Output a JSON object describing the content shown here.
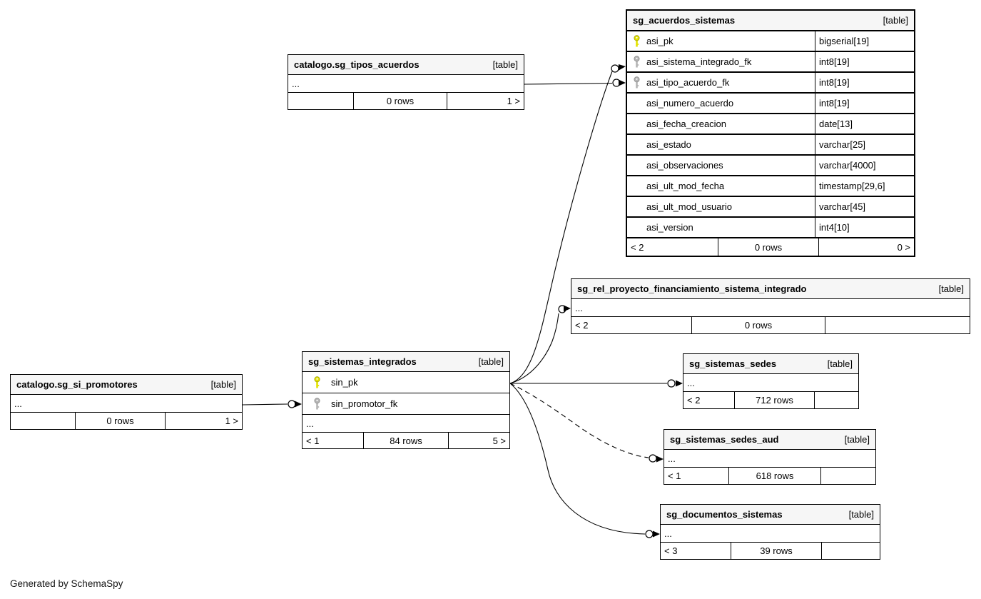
{
  "generator_note": "Generated by SchemaSpy",
  "ellipsis": "...",
  "key_colors": {
    "primary": "#e3e300",
    "foreign": "#b5b5b5"
  },
  "header_bg": "#f6f6f6",
  "tables": [
    {
      "title": "sg_acuerdos_sistemas",
      "tag": "[table]",
      "columns": [
        {
          "name": "asi_pk",
          "type": "bigserial[19]",
          "key": "primary"
        },
        {
          "name": "asi_sistema_integrado_fk",
          "type": "int8[19]",
          "key": "foreign"
        },
        {
          "name": "asi_tipo_acuerdo_fk",
          "type": "int8[19]",
          "key": "foreign"
        },
        {
          "name": "asi_numero_acuerdo",
          "type": "int8[19]",
          "key": ""
        },
        {
          "name": "asi_fecha_creacion",
          "type": "date[13]",
          "key": ""
        },
        {
          "name": "asi_estado",
          "type": "varchar[25]",
          "key": ""
        },
        {
          "name": "asi_observaciones",
          "type": "varchar[4000]",
          "key": ""
        },
        {
          "name": "asi_ult_mod_fecha",
          "type": "timestamp[29,6]",
          "key": ""
        },
        {
          "name": "asi_ult_mod_usuario",
          "type": "varchar[45]",
          "key": ""
        },
        {
          "name": "asi_version",
          "type": "int4[10]",
          "key": ""
        }
      ],
      "footer": {
        "left": "< 2",
        "center": "0 rows",
        "right": "0 >"
      }
    },
    {
      "title": "catalogo.sg_tipos_acuerdos",
      "tag": "[table]",
      "footer": {
        "left": "",
        "center": "0 rows",
        "right": "1 >"
      }
    },
    {
      "title": "sg_rel_proyecto_financiamiento_sistema_integrado",
      "tag": "[table]",
      "footer": {
        "left": "< 2",
        "center": "0 rows",
        "right": ""
      }
    },
    {
      "title": "sg_sistemas_integrados",
      "tag": "[table]",
      "columns": [
        {
          "name": "sin_pk",
          "type": "",
          "key": "primary"
        },
        {
          "name": "sin_promotor_fk",
          "type": "",
          "key": "foreign"
        }
      ],
      "footer": {
        "left": "< 1",
        "center": "84 rows",
        "right": "5 >"
      }
    },
    {
      "title": "catalogo.sg_si_promotores",
      "tag": "[table]",
      "footer": {
        "left": "",
        "center": "0 rows",
        "right": "1 >"
      }
    },
    {
      "title": "sg_sistemas_sedes",
      "tag": "[table]",
      "footer": {
        "left": "< 2",
        "center": "712 rows",
        "right": ""
      }
    },
    {
      "title": "sg_sistemas_sedes_aud",
      "tag": "[table]",
      "footer": {
        "left": "< 1",
        "center": "618 rows",
        "right": ""
      }
    },
    {
      "title": "sg_documentos_sistemas",
      "tag": "[table]",
      "footer": {
        "left": "< 3",
        "center": "39 rows",
        "right": ""
      }
    }
  ],
  "relationships": [
    {
      "from": "catalogo.sg_tipos_acuerdos",
      "to": "sg_acuerdos_sistemas.asi_tipo_acuerdo_fk",
      "line": "solid"
    },
    {
      "from": "sg_sistemas_integrados.sin_pk",
      "to": "sg_acuerdos_sistemas.asi_sistema_integrado_fk",
      "line": "solid"
    },
    {
      "from": "sg_sistemas_integrados.sin_pk",
      "to": "sg_rel_proyecto_financiamiento_sistema_integrado",
      "line": "solid"
    },
    {
      "from": "sg_sistemas_integrados.sin_pk",
      "to": "sg_sistemas_sedes",
      "line": "solid"
    },
    {
      "from": "sg_sistemas_integrados.sin_pk",
      "to": "sg_sistemas_sedes_aud",
      "line": "dashed"
    },
    {
      "from": "sg_sistemas_integrados.sin_pk",
      "to": "sg_documentos_sistemas",
      "line": "solid"
    },
    {
      "from": "catalogo.sg_si_promotores",
      "to": "sg_sistemas_integrados.sin_promotor_fk",
      "line": "solid"
    }
  ]
}
